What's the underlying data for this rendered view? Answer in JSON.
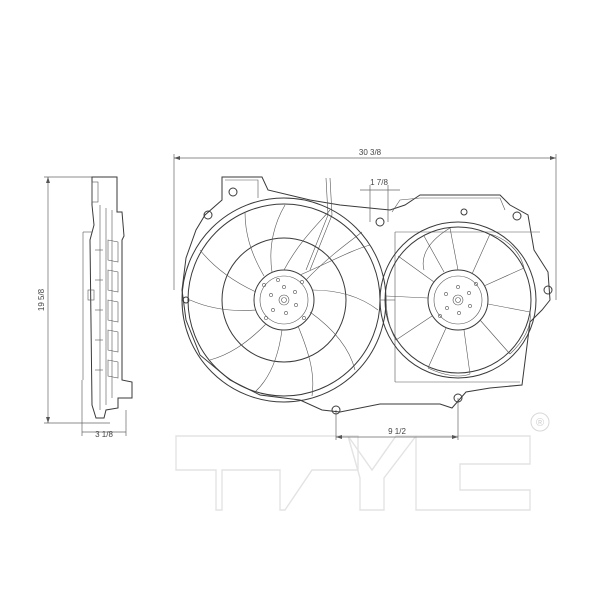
{
  "drawing": {
    "subject": "Dual radiator cooling fan assembly - technical line drawing",
    "views": [
      "front-view",
      "side-view"
    ]
  },
  "dimensions": {
    "overall_width": "30 3/8",
    "overall_height": "19 5/8",
    "depth": "3 1/8",
    "connector_spacing": "1 7/8",
    "mount_spacing": "9 1/2"
  },
  "logo": {
    "text": "TYC",
    "registered_mark": "®"
  },
  "colors": {
    "line": "#3a3a3a",
    "dimension": "#666666",
    "watermark": "#e3e3e3",
    "background": "#ffffff"
  }
}
